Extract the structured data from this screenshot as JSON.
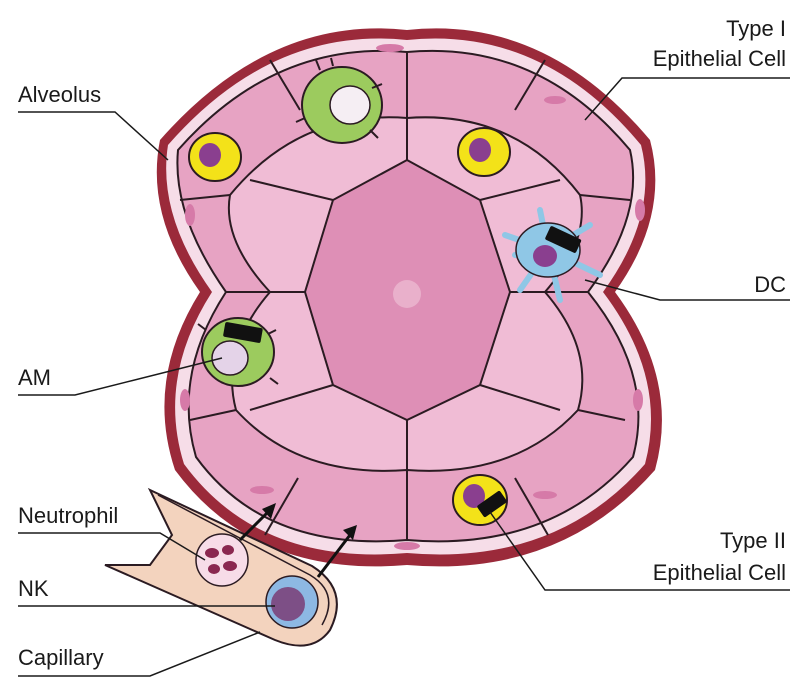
{
  "labels": {
    "type1_line1": "Type I",
    "type1_line2": "Epithelial Cell",
    "alveolus": "Alveolus",
    "dc": "DC",
    "am": "AM",
    "neutrophil": "Neutrophil",
    "type2_line1": "Type II",
    "type2_line2": "Epithelial Cell",
    "nk": "NK",
    "capillary": "Capillary"
  },
  "colors": {
    "alveolus_wall": "#9b2a3a",
    "tissue_pink": "#e7a3c3",
    "tissue_light": "#f4cde0",
    "tissue_center": "#de8fb6",
    "am_green": "#9ccb5e",
    "dc_blue": "#8fc7e6",
    "type2_yellow": "#f3e219",
    "nucleus_purple": "#8a3f8f",
    "capillary_fill": "#f3d3be",
    "nk_blue": "#8db8e3"
  }
}
